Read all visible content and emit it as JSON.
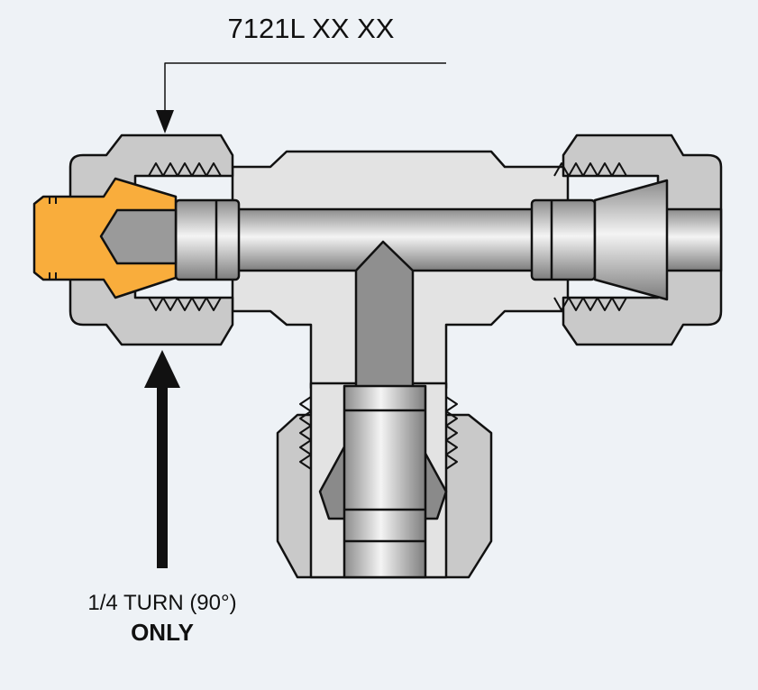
{
  "part_number": "7121L XX XX",
  "instruction": {
    "line1": "1/4 TURN (90°)",
    "line2": "ONLY"
  },
  "colors": {
    "background": "#eef2f6",
    "nut": "#c9c9c9",
    "body": "#e3e3e3",
    "plug": "#f9ad3c",
    "tube": "#b5b5b5",
    "outline": "#111111"
  }
}
